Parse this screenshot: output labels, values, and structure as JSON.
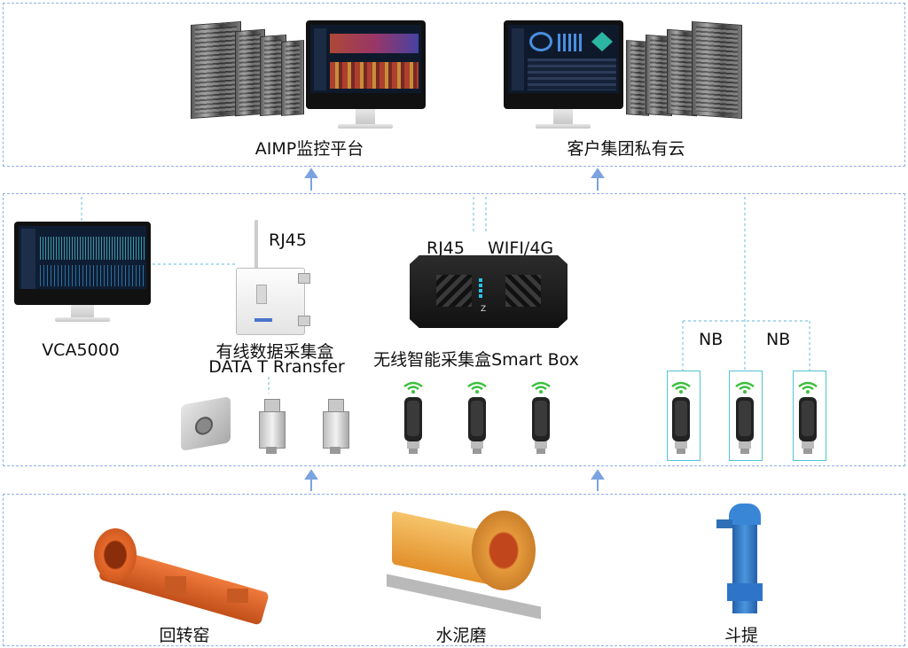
{
  "top_tier": {
    "left_platform": "AIMP监控平台",
    "right_platform": "客户集团私有云"
  },
  "middle_tier": {
    "vca_label": "VCA5000",
    "wired_box": {
      "port_label": "RJ45",
      "name_line1": "有线数据采集盒",
      "name_line2": "DATA T  Rransfer"
    },
    "smart_box": {
      "port_rj45": "RJ45",
      "port_wifi": "WIFI/4G",
      "name": "无线智能采集盒Smart Box"
    },
    "nb_group": {
      "label_left": "NB",
      "label_right": "NB"
    }
  },
  "bottom_tier": {
    "equipment": [
      "回转窑",
      "水泥磨",
      "斗提"
    ]
  },
  "colors": {
    "tier_border": "#8fb0e8",
    "arrow": "#7aa3e0",
    "nb_box": "#52c3d6",
    "wifi_icon": "#3cbf3c",
    "kiln": "#e0662a",
    "mill": "#e8a03a",
    "elevator": "#2e74c9"
  }
}
